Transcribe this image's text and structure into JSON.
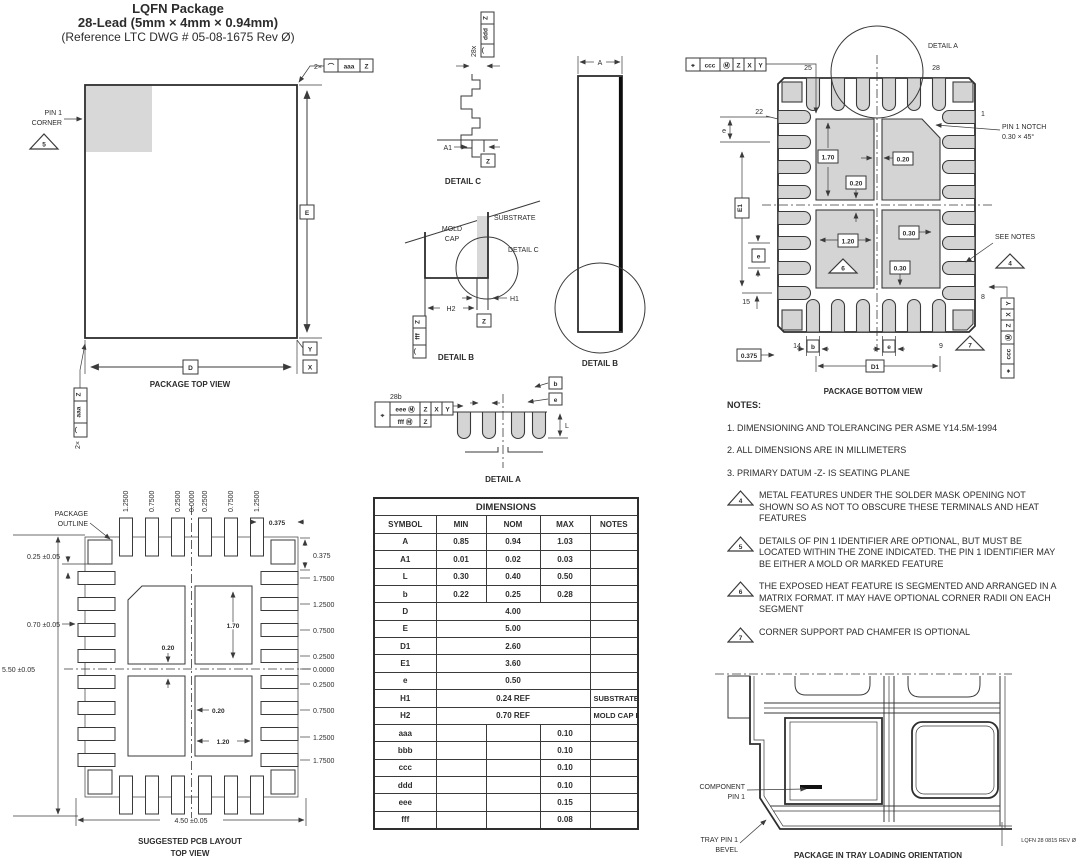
{
  "colors": {
    "paper": "#ffffff",
    "line": "#3a3a3a",
    "shade": "#d4d4d4",
    "ink": "#2c2c2c"
  },
  "header": {
    "title": "LQFN Package",
    "subtitle": "28-Lead (5mm × 4mm × 0.94mm)",
    "reference": "(Reference LTC DWG # 05-08-1675 Rev Ø)"
  },
  "top_view": {
    "caption": "PACKAGE TOP VIEW",
    "pin1_line1": "PIN 1",
    "pin1_line2": "CORNER",
    "flag5": "5",
    "dim_d": "D",
    "dim_e": "E",
    "datum_x": "X",
    "datum_y": "Y",
    "callout": {
      "qty": "2×",
      "sym": "⌒",
      "tol": "aaa",
      "datum": "Z"
    }
  },
  "detail_c": {
    "caption": "DETAIL C",
    "qty": "28x",
    "sym": "⌒",
    "tol": "ddd",
    "datum": "Z",
    "dim_a1": "A1",
    "datum_z": "Z"
  },
  "detail_b": {
    "caption": "DETAIL B",
    "mold1": "MOLD",
    "mold2": "CAP",
    "substrate": "SUBSTRATE",
    "detail_c_ref": "DETAIL C",
    "dim_h1": "H1",
    "dim_h2": "H2",
    "sym": "⌒",
    "tol": "fff",
    "datum": "Z",
    "datum_z": "Z"
  },
  "side_view": {
    "dim_a": "A",
    "caption": "DETAIL B"
  },
  "detail_a": {
    "caption": "DETAIL A",
    "qty": "28b",
    "fcf": {
      "pos": "⌖",
      "row1": "eee Ⓜ",
      "row2": "fff Ⓜ",
      "z": "Z",
      "x": "X",
      "y": "Y",
      "z2": "Z"
    },
    "dim_l": "L",
    "dim_b": "b",
    "dim_e": "e"
  },
  "bottom_view": {
    "caption": "PACKAGE BOTTOM VIEW",
    "detail_a_ref": "DETAIL A",
    "pin1_notch1": "PIN 1 NOTCH",
    "pin1_notch2": "0.30 × 45°",
    "see_notes": "SEE NOTES",
    "flags": {
      "f4": "4",
      "f6": "6",
      "f7": "7"
    },
    "pins": {
      "p1": "1",
      "p8": "8",
      "p9": "9",
      "p14": "14",
      "p15": "15",
      "p22": "22",
      "p25": "25",
      "p28": "28"
    },
    "dims": {
      "pad_h": "1.70",
      "gap": "0.20",
      "pad_w": "1.20",
      "seg": "0.30",
      "edge": "0.375",
      "e": "e",
      "e1": "E1",
      "b": "b",
      "d1": "D1"
    },
    "fcf": {
      "pos": "⌖",
      "tol": "ccc",
      "m": "Ⓜ",
      "z": "Z",
      "x": "X",
      "y": "Y"
    }
  },
  "notes": {
    "heading": "NOTES:",
    "n1": "1. DIMENSIONING AND TOLERANCING PER ASME Y14.5M-1994",
    "n2": "2. ALL DIMENSIONS ARE IN MILLIMETERS",
    "n3": "3. PRIMARY DATUM -Z- IS SEATING PLANE",
    "f4": "4",
    "n4": "METAL FEATURES UNDER THE SOLDER MASK OPENING NOT SHOWN SO AS NOT TO OBSCURE THESE TERMINALS AND HEAT FEATURES",
    "f5": "5",
    "n5": "DETAILS OF PIN 1 IDENTIFIER ARE OPTIONAL, BUT MUST BE LOCATED WITHIN THE ZONE INDICATED. THE PIN 1 IDENTIFIER MAY BE EITHER A MOLD OR MARKED FEATURE",
    "f6": "6",
    "n6": "THE EXPOSED HEAT FEATURE IS SEGMENTED AND ARRANGED IN A MATRIX FORMAT. IT MAY HAVE OPTIONAL CORNER RADII ON EACH SEGMENT",
    "f7": "7",
    "n7": "CORNER SUPPORT PAD CHAMFER IS OPTIONAL"
  },
  "pcb": {
    "caption1": "SUGGESTED PCB LAYOUT",
    "caption2": "TOP VIEW",
    "outline1": "PACKAGE",
    "outline2": "OUTLINE",
    "top_labels": [
      "1.2500",
      "0.7500",
      "0.2500",
      "0.0000",
      "0.2500",
      "0.7500",
      "1.2500"
    ],
    "right_labels": [
      "1.7500",
      "1.2500",
      "0.7500",
      "0.2500",
      "0.0000",
      "0.2500",
      "0.7500",
      "1.2500",
      "1.7500"
    ],
    "edge": "0.375",
    "corner_gap": "0.25 ±0.05",
    "pad_width": "0.70 ±0.05",
    "overall_height": "5.50 ±0.05",
    "overall_width": "4.50 ±0.05",
    "dims": {
      "pad_h": "1.70",
      "gap": "0.20",
      "pad_w": "1.20"
    }
  },
  "table": {
    "title": "DIMENSIONS",
    "headers": [
      "SYMBOL",
      "MIN",
      "NOM",
      "MAX",
      "NOTES"
    ],
    "rows": [
      {
        "symbol": "A",
        "min": "0.85",
        "nom": "0.94",
        "max": "1.03",
        "notes": ""
      },
      {
        "symbol": "A1",
        "min": "0.01",
        "nom": "0.02",
        "max": "0.03",
        "notes": ""
      },
      {
        "symbol": "L",
        "min": "0.30",
        "nom": "0.40",
        "max": "0.50",
        "notes": ""
      },
      {
        "symbol": "b",
        "min": "0.22",
        "nom": "0.25",
        "max": "0.28",
        "notes": ""
      },
      {
        "symbol": "D",
        "span": "4.00",
        "notes": ""
      },
      {
        "symbol": "E",
        "span": "5.00",
        "notes": ""
      },
      {
        "symbol": "D1",
        "span": "2.60",
        "notes": ""
      },
      {
        "symbol": "E1",
        "span": "3.60",
        "notes": ""
      },
      {
        "symbol": "e",
        "span": "0.50",
        "notes": ""
      },
      {
        "symbol": "H1",
        "span": "0.24 REF",
        "notes": "SUBSTRATE THK"
      },
      {
        "symbol": "H2",
        "span": "0.70 REF",
        "notes": "MOLD CAP HT"
      },
      {
        "symbol": "aaa",
        "min": "",
        "nom": "",
        "max": "0.10",
        "notes": ""
      },
      {
        "symbol": "bbb",
        "min": "",
        "nom": "",
        "max": "0.10",
        "notes": ""
      },
      {
        "symbol": "ccc",
        "min": "",
        "nom": "",
        "max": "0.10",
        "notes": ""
      },
      {
        "symbol": "ddd",
        "min": "",
        "nom": "",
        "max": "0.10",
        "notes": ""
      },
      {
        "symbol": "eee",
        "min": "",
        "nom": "",
        "max": "0.15",
        "notes": ""
      },
      {
        "symbol": "fff",
        "min": "",
        "nom": "",
        "max": "0.08",
        "notes": ""
      }
    ]
  },
  "tray": {
    "component1": "COMPONENT",
    "component2": "PIN 1",
    "bevel1": "TRAY PIN 1",
    "bevel2": "BEVEL",
    "caption": "PACKAGE IN TRAY LOADING ORIENTATION",
    "rev": "LQFN 28 0815 REV Ø"
  }
}
